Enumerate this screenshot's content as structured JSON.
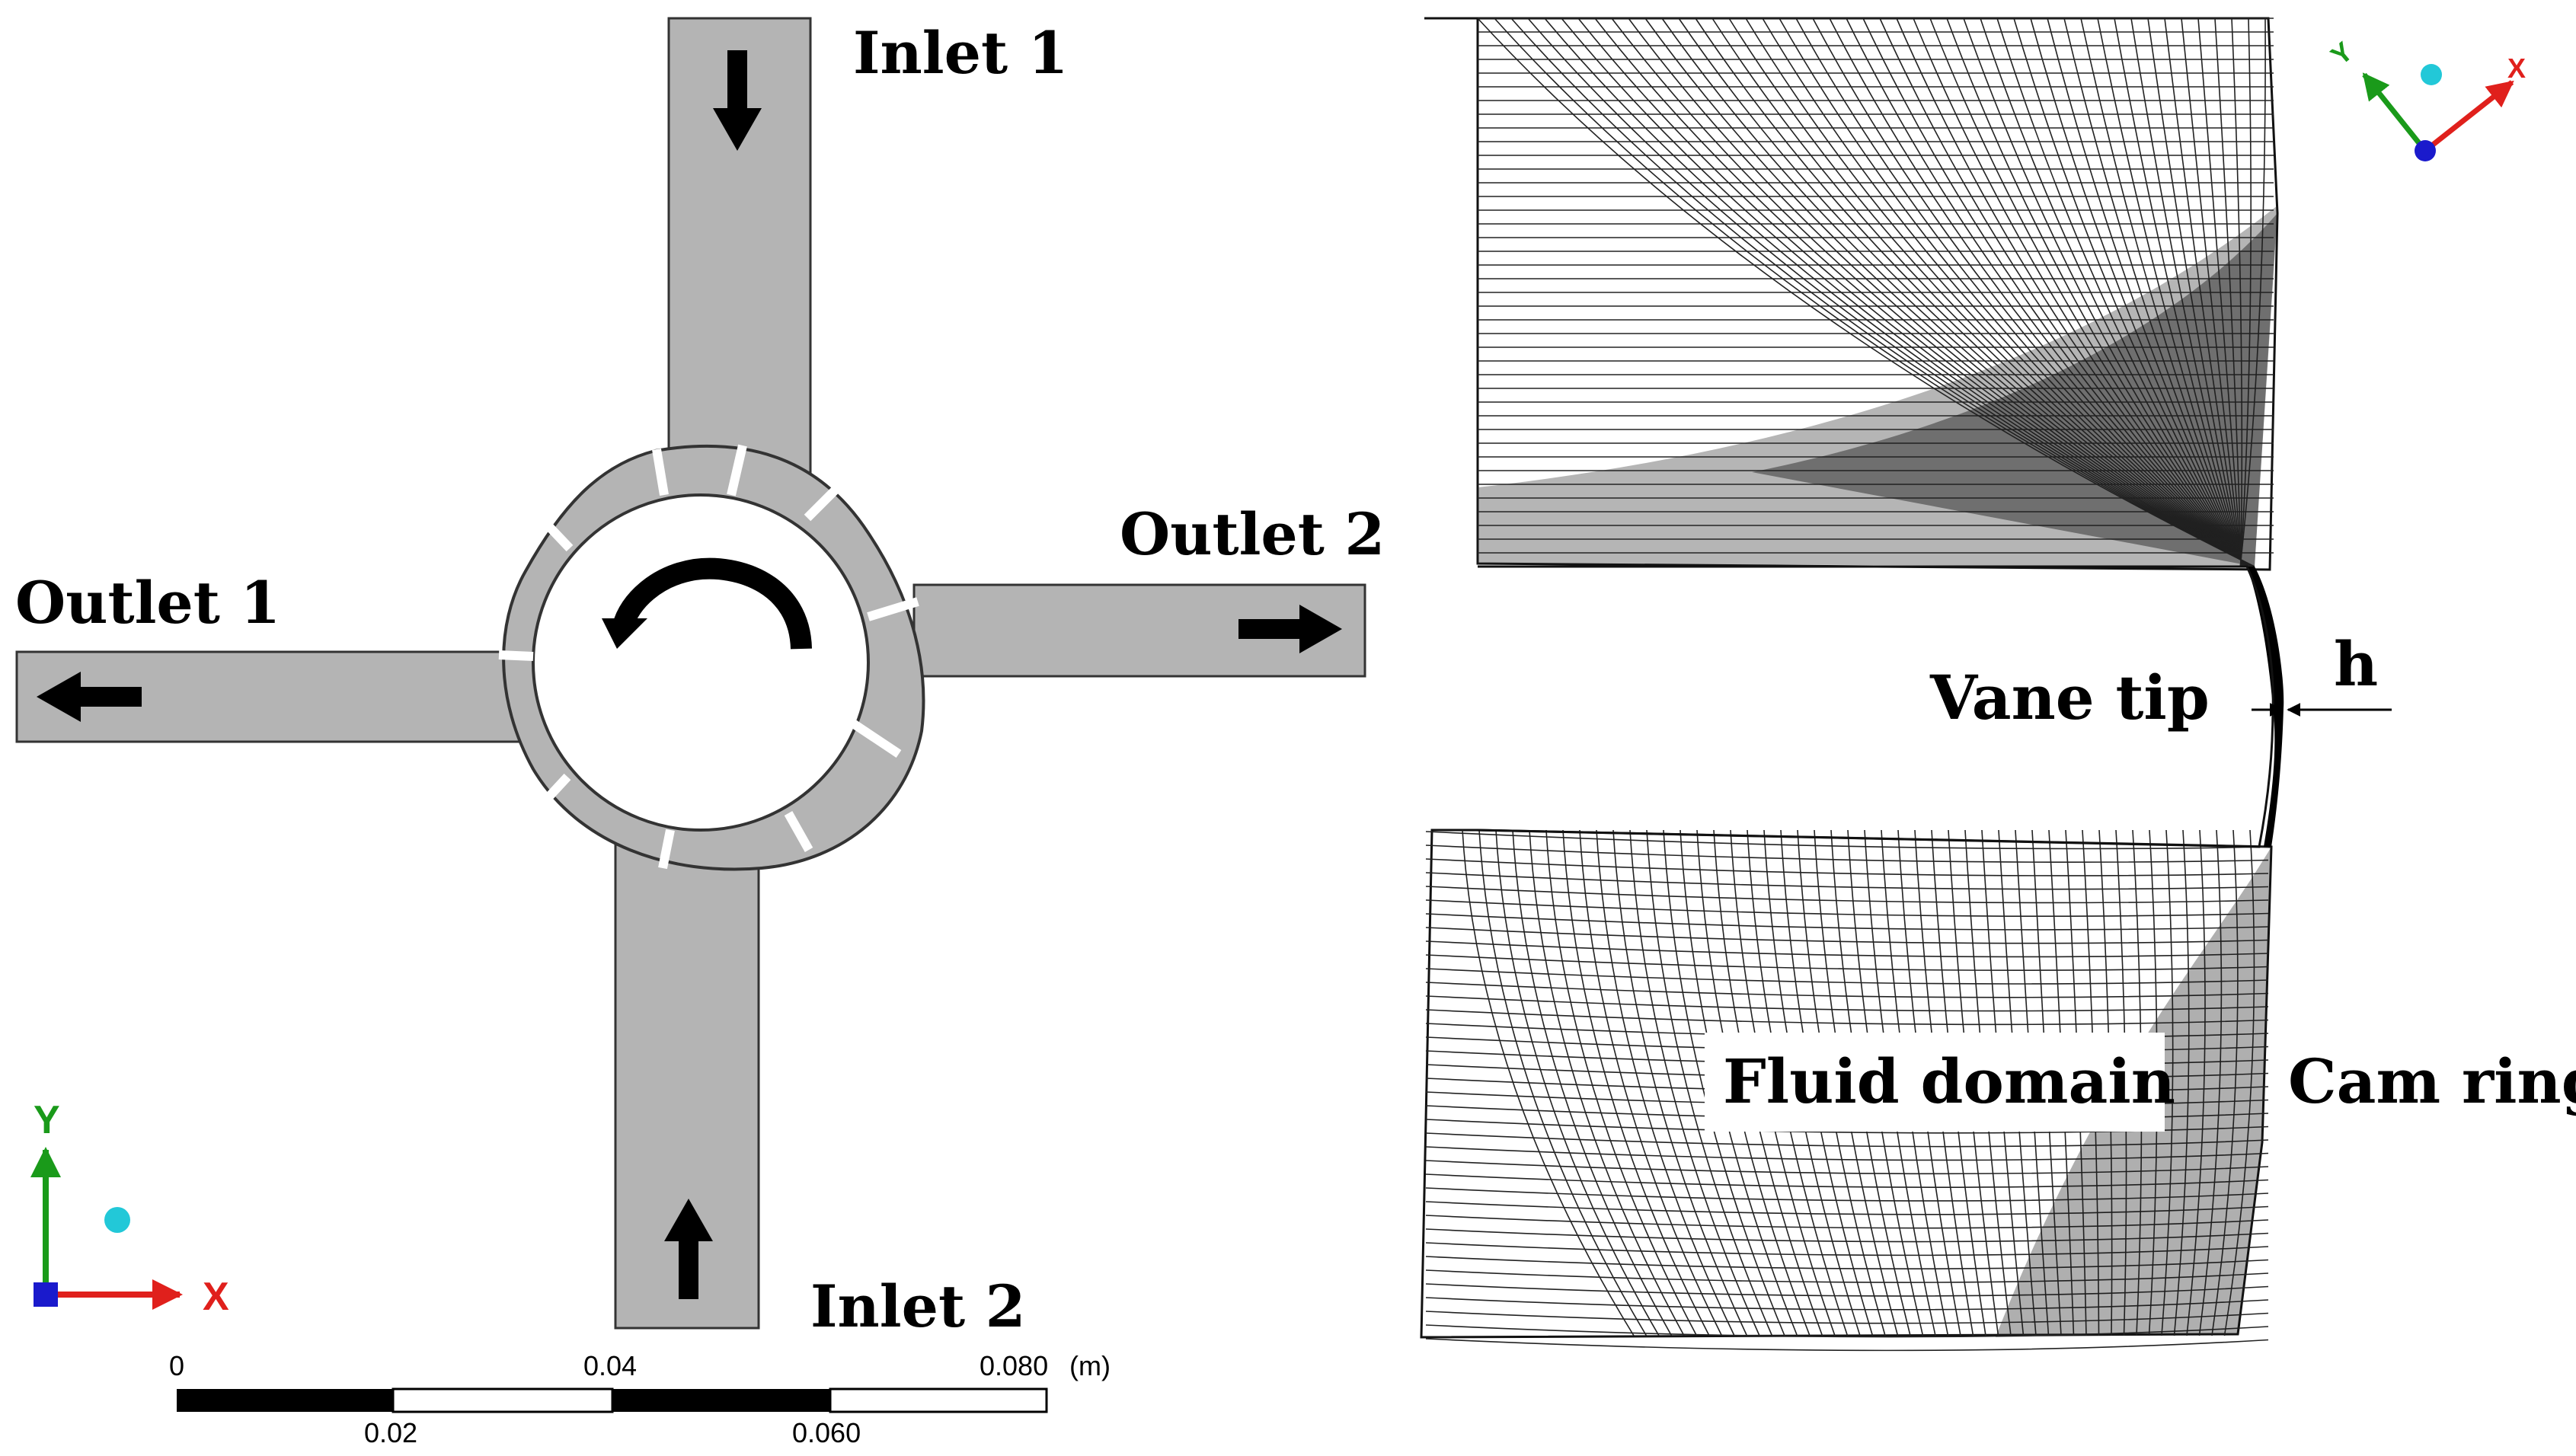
{
  "left_panel": {
    "labels": {
      "inlet1": "Inlet 1",
      "inlet2": "Inlet 2",
      "outlet1": "Outlet 1",
      "outlet2": "Outlet 2"
    },
    "scale_bar": {
      "top_ticks": [
        "0",
        "0.04",
        "0.080"
      ],
      "unit": "(m)",
      "bottom_ticks": [
        "0.02",
        "0.060"
      ]
    },
    "axis_triad": {
      "y_label": "Y",
      "x_label": "X"
    }
  },
  "right_panel": {
    "labels": {
      "vane_tip": "Vane tip",
      "gap": "h",
      "fluid_domain": "Fluid domain",
      "cam_ring": "Cam ring"
    },
    "axis_triad": {
      "y_label": "Y",
      "x_label": "X"
    }
  },
  "colors": {
    "channel_fill": "#b4b4b4",
    "mesh_line": "#1a1a1a",
    "axis_x": "#e0201c",
    "axis_y": "#1a9a1a",
    "axis_z": "#1a1acc",
    "origin_ball": "#22c8d8"
  }
}
